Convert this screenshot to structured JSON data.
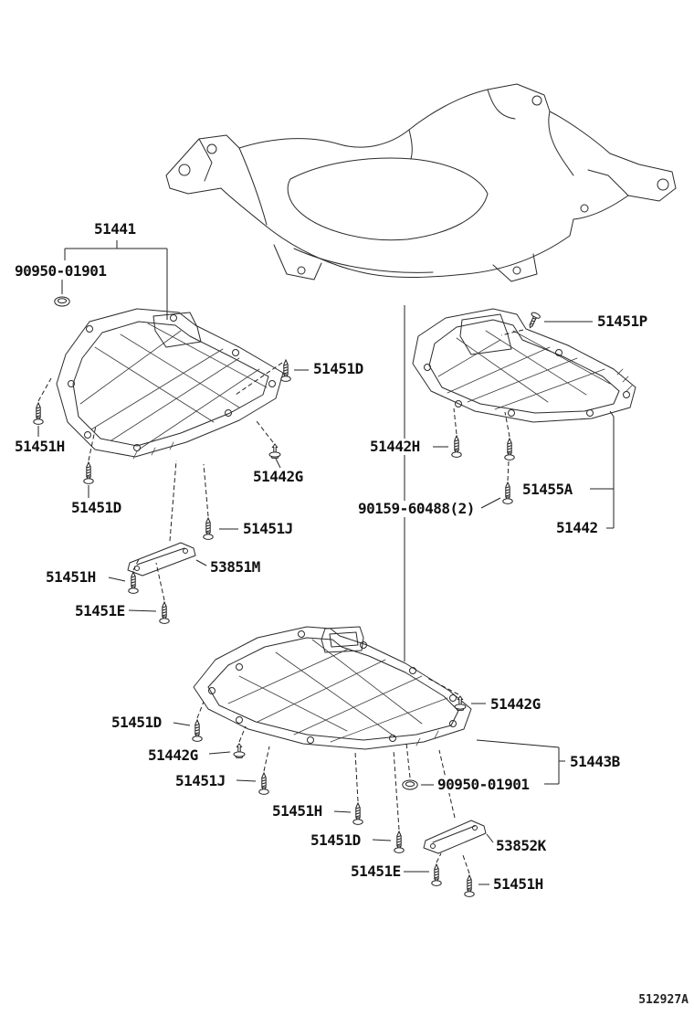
{
  "page": {
    "background": "#ffffff",
    "line_color": "#222222"
  },
  "diagram": {
    "code": "512927A",
    "labels": [
      {
        "text": "51441"
      },
      {
        "text": "90950-01901"
      },
      {
        "text": "51451D"
      },
      {
        "text": "51451P"
      },
      {
        "text": "51451H"
      },
      {
        "text": "51442H"
      },
      {
        "text": "51442G"
      },
      {
        "text": "51455A"
      },
      {
        "text": "51451D"
      },
      {
        "text": "90159-60488(2)"
      },
      {
        "text": "51451J"
      },
      {
        "text": "51442"
      },
      {
        "text": "53851M"
      },
      {
        "text": "51451H"
      },
      {
        "text": "51451E"
      },
      {
        "text": "51442G"
      },
      {
        "text": "51451D"
      },
      {
        "text": "51442G"
      },
      {
        "text": "51443B"
      },
      {
        "text": "51451J"
      },
      {
        "text": "90950-01901"
      },
      {
        "text": "51451H"
      },
      {
        "text": "51451D"
      },
      {
        "text": "53852K"
      },
      {
        "text": "51451E"
      },
      {
        "text": "51451H"
      }
    ],
    "icons": {
      "screw": "screw-icon",
      "clip": "push-clip-icon",
      "grommet": "grommet-plug-icon",
      "bolt": "bolt-icon"
    },
    "parts": {
      "crossmember": "front suspension crossmember",
      "cover_left": "engine under cover LH (51441)",
      "cover_right": "engine under cover RH (51442)",
      "cover_rear": "engine under cover (51443B)",
      "bracket_a": "brace bracket (53851M)",
      "bracket_b": "brace bracket (53852K)"
    }
  }
}
